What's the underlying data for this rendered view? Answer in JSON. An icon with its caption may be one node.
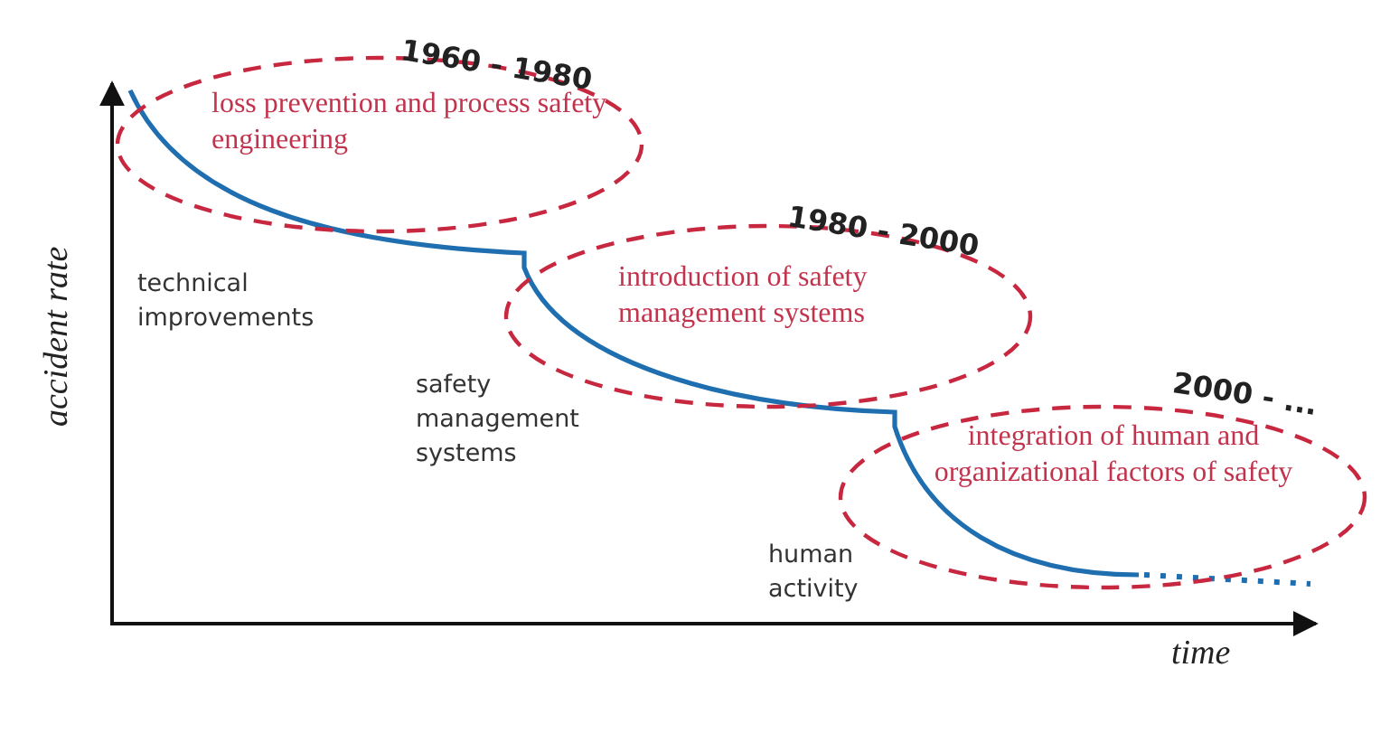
{
  "diagram": {
    "nodes": [
      {
        "text": [
          "1960 - 1980",
          "loss prevention and process safety engineering"
        ]
      },
      {
        "text": [
          "1980 - 2000",
          "introduction of safety management systems"
        ]
      },
      {
        "text": [
          "2000 - ...",
          "integration of human and organizational factors of safety"
        ]
      }
    ],
    "labels": [
      "accident rate",
      "technical improvements",
      "safety management systems",
      "human activity",
      "time"
    ]
  }
}
